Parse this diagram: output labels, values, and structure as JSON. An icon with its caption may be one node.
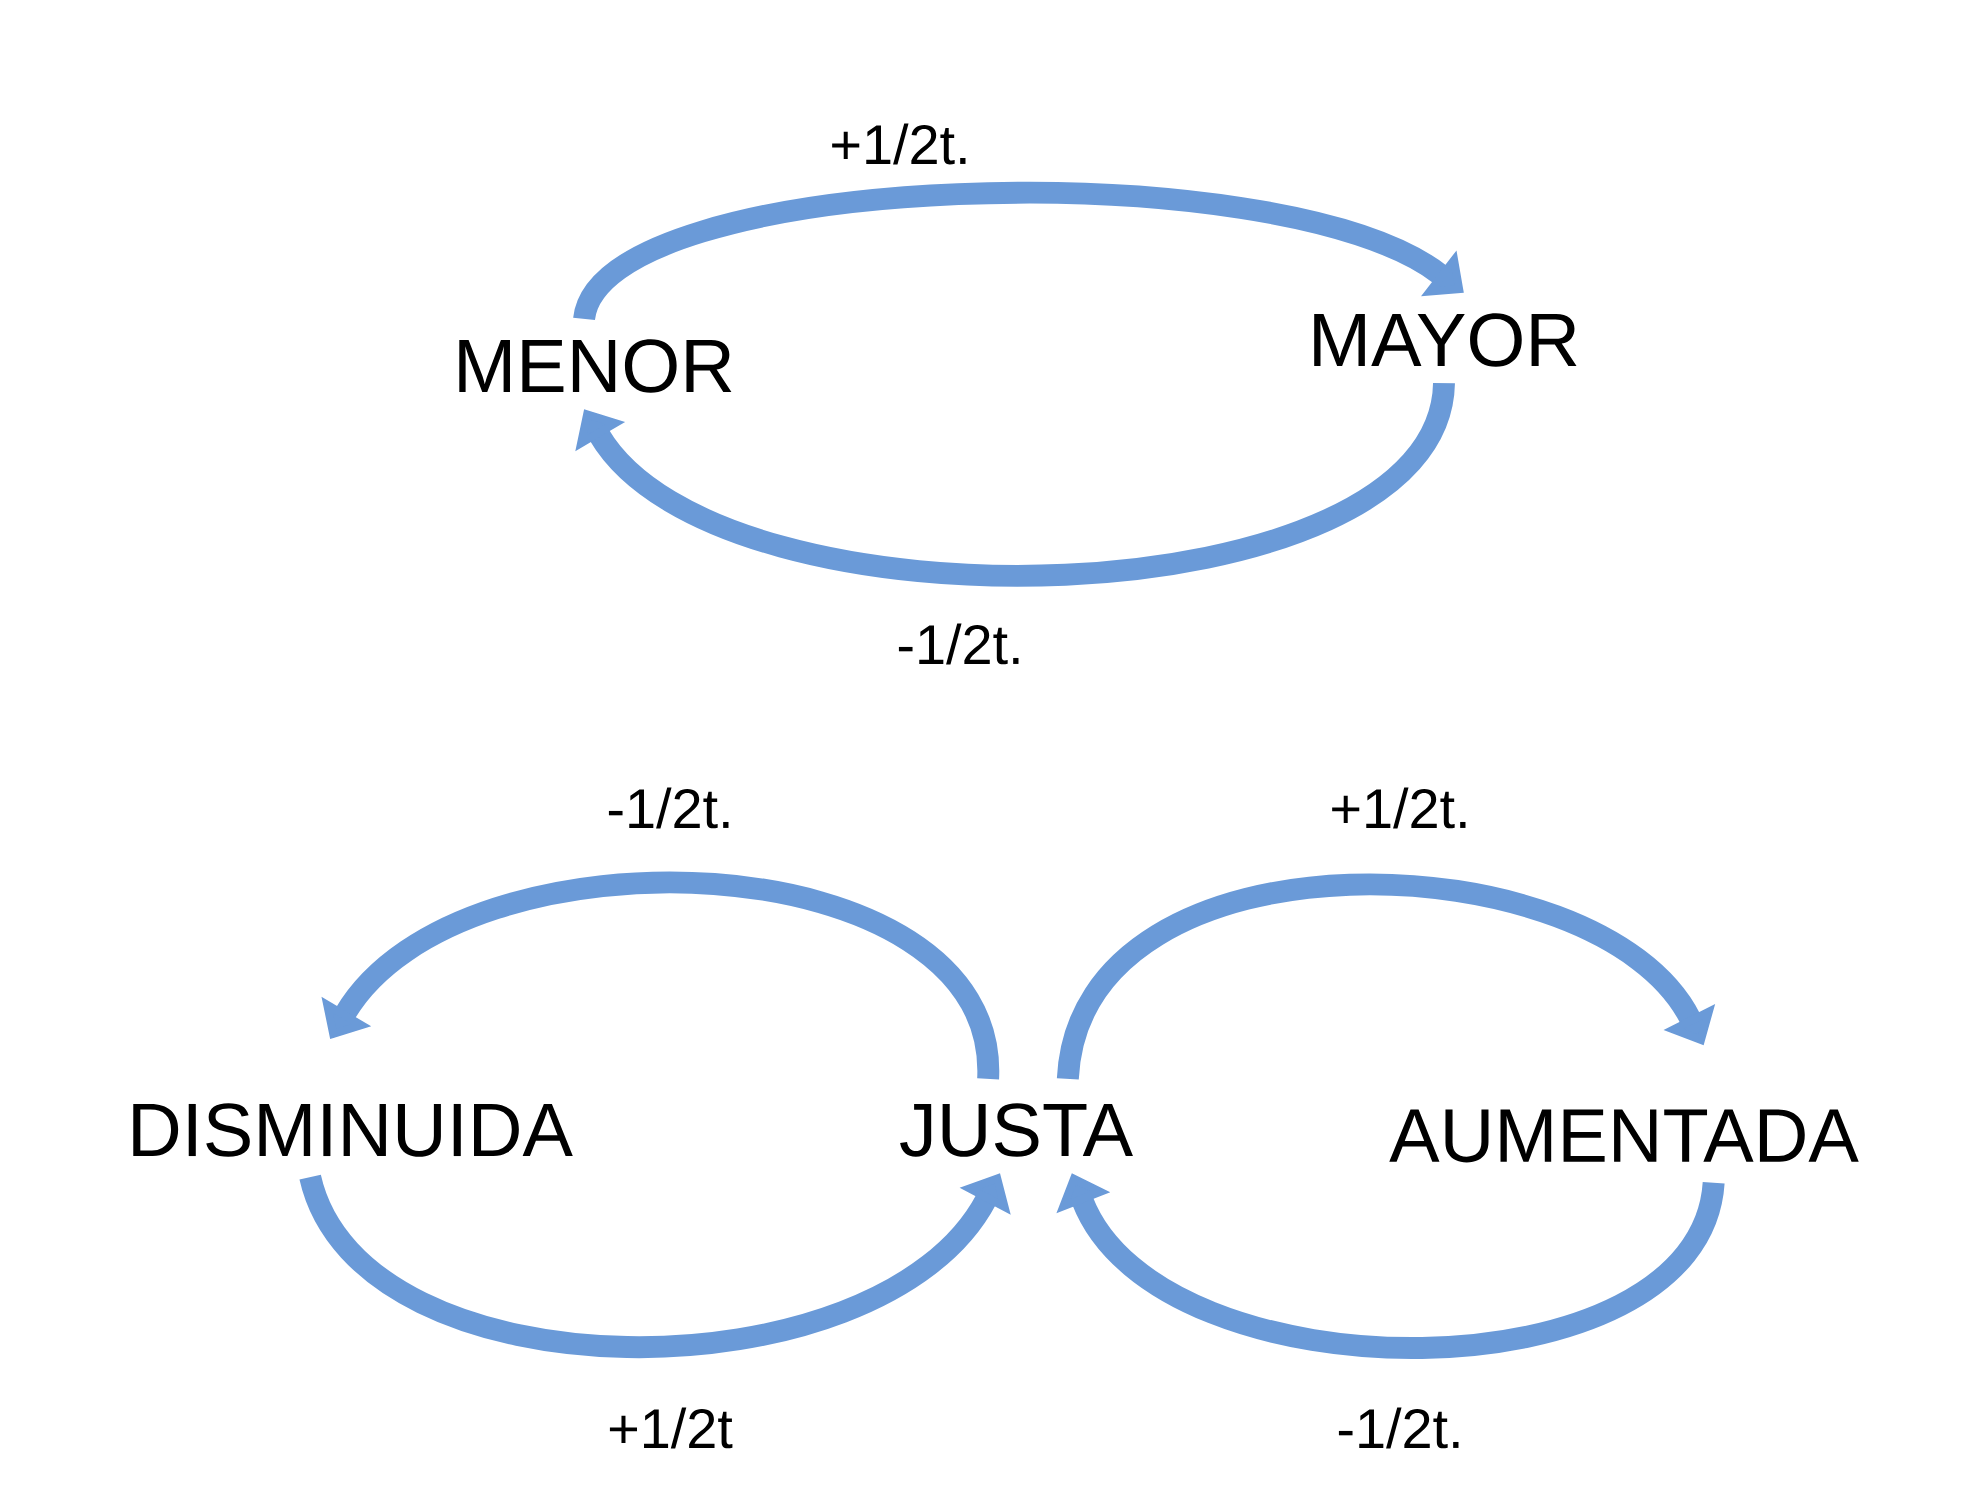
{
  "diagram": {
    "nodes": [
      {
        "text": [
          "MENOR"
        ]
      },
      {
        "text": [
          "MAYOR"
        ]
      },
      {
        "text": [
          "DISMINUIDA"
        ]
      },
      {
        "text": [
          "JUSTA"
        ]
      },
      {
        "text": [
          "AUMENTADA"
        ]
      }
    ],
    "edges": [
      {
        "from": 0,
        "to": 1,
        "arrow": "to",
        "label": "+1/2t."
      },
      {
        "from": 1,
        "to": 0,
        "arrow": "to",
        "label": "-1/2t."
      },
      {
        "from": 3,
        "to": 2,
        "arrow": "to",
        "label": "-1/2t."
      },
      {
        "from": 3,
        "to": 4,
        "arrow": "to",
        "label": "+1/2t."
      },
      {
        "from": 2,
        "to": 3,
        "arrow": "to",
        "label": "+1/2t"
      },
      {
        "from": 4,
        "to": 3,
        "arrow": "to",
        "label": "-1/2t."
      }
    ]
  }
}
